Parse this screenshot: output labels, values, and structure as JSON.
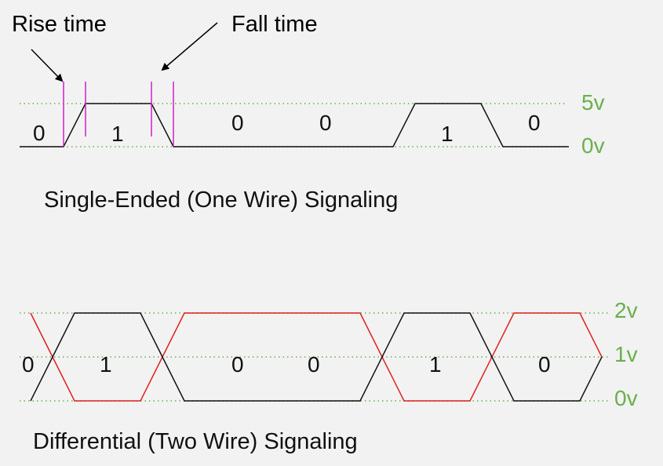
{
  "colors": {
    "background": "#f2f2f2",
    "signal": "#111111",
    "complement": "#e0201a",
    "guide": "#6ab04c",
    "voltage_label": "#6ab04c",
    "marker": "#d01fc6"
  },
  "single_ended": {
    "caption": "Single-Ended (One Wire) Signaling",
    "annotations": {
      "rise": "Rise time",
      "fall": "Fall time"
    },
    "levels": [
      "5v",
      "0v"
    ],
    "bits": [
      "0",
      "1",
      "0",
      "0",
      "1",
      "0"
    ]
  },
  "differential": {
    "caption": "Differential (Two Wire) Signaling",
    "levels": [
      "2v",
      "1v",
      "0v"
    ],
    "bits": [
      "0",
      "1",
      "0",
      "0",
      "1",
      "0"
    ]
  }
}
